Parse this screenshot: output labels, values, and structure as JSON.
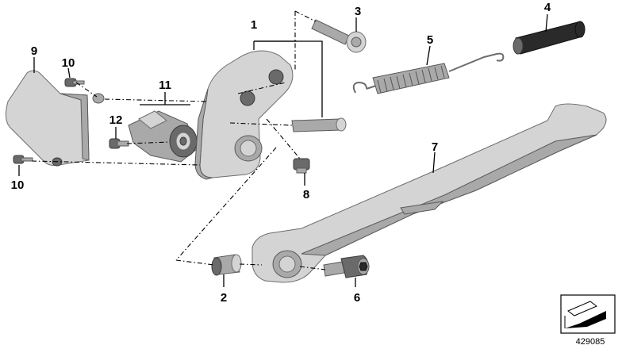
{
  "diagram": {
    "type": "exploded-parts-view",
    "parts": [
      {
        "id": "1",
        "name": "bracket"
      },
      {
        "id": "2",
        "name": "bushing"
      },
      {
        "id": "3",
        "name": "screw"
      },
      {
        "id": "4",
        "name": "spring-sleeve"
      },
      {
        "id": "5",
        "name": "tension-spring"
      },
      {
        "id": "6",
        "name": "hex-bolt"
      },
      {
        "id": "7",
        "name": "side-stand"
      },
      {
        "id": "8",
        "name": "switch-screw"
      },
      {
        "id": "9",
        "name": "cover-plate"
      },
      {
        "id": "10",
        "name": "fastener-screw"
      },
      {
        "id": "11",
        "name": "side-stand-switch"
      },
      {
        "id": "12",
        "name": "mounting-screw"
      }
    ],
    "reference_id": "429085"
  }
}
